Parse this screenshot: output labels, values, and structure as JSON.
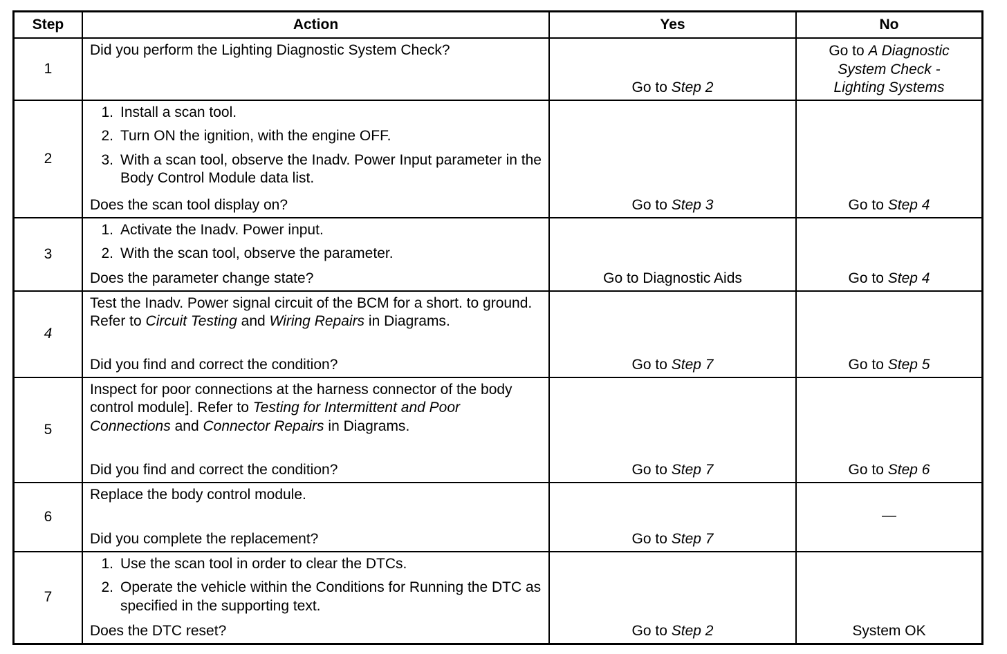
{
  "headers": {
    "step": "Step",
    "action": "Action",
    "yes": "Yes",
    "no": "No"
  },
  "rows": [
    {
      "step": "1",
      "action_text": "Did you perform the Lighting Diagnostic System Check?",
      "yes_prefix": "Go to ",
      "yes_italic": "Step 2",
      "no_prefix": "Go to ",
      "no_italic": "A Diagnostic System Check - Lighting Systems"
    },
    {
      "step": "2",
      "items": [
        "Install a scan tool.",
        "Turn ON the ignition, with the engine OFF.",
        "With a scan tool, observe the Inadv. Power Input parameter in the Body Control Module data list."
      ],
      "question": "Does the scan tool display on?",
      "yes_prefix": "Go to ",
      "yes_italic": "Step 3",
      "no_prefix": "Go to ",
      "no_italic": "Step 4"
    },
    {
      "step": "3",
      "items": [
        "Activate the Inadv. Power input.",
        "With the scan tool, observe the parameter."
      ],
      "question": "Does the parameter change state?",
      "yes_text": "Go to Diagnostic Aids",
      "no_prefix": "Go to ",
      "no_italic": "Step 4"
    },
    {
      "step": "4",
      "action_a": "Test the Inadv. Power signal circuit of the BCM for a short. to ground. Refer to ",
      "action_i1": "Circuit Testing",
      "action_b": " and ",
      "action_i2": "Wiring Repairs",
      "action_c": " in ",
      "action_i3": "Diagrams",
      "action_d": ".",
      "question": "Did you find and correct the condition?",
      "yes_prefix": "Go to ",
      "yes_italic": "Step 7",
      "no_prefix": "Go to ",
      "no_italic": "Step 5"
    },
    {
      "step": "5",
      "action_a": "Inspect for poor connections at the harness connector of the body control module]. Refer to ",
      "action_i1": "Testing for Intermittent and Poor Connections",
      "action_b": " and ",
      "action_i2": "Connector Repairs",
      "action_c": " in ",
      "action_i3": "Diagrams",
      "action_d": ".",
      "question": "Did you find and correct the condition?",
      "yes_prefix": "Go to ",
      "yes_italic": "Step 7",
      "no_prefix": "Go to ",
      "no_italic": "Step 6"
    },
    {
      "step": "6",
      "action_text": "Replace the body control module.",
      "question": "Did you complete the replacement?",
      "yes_prefix": "Go to ",
      "yes_italic": "Step 7",
      "no_text": "—"
    },
    {
      "step": "7",
      "items": [
        "Use the scan tool in order to clear the DTCs.",
        "Operate the vehicle within the Conditions for Running the DTC as specified in the supporting text."
      ],
      "question": "Does the DTC reset?",
      "yes_prefix": "Go to ",
      "yes_italic": "Step 2",
      "no_text": "System OK"
    }
  ],
  "list_numbers": [
    "1.",
    "2.",
    "3."
  ]
}
